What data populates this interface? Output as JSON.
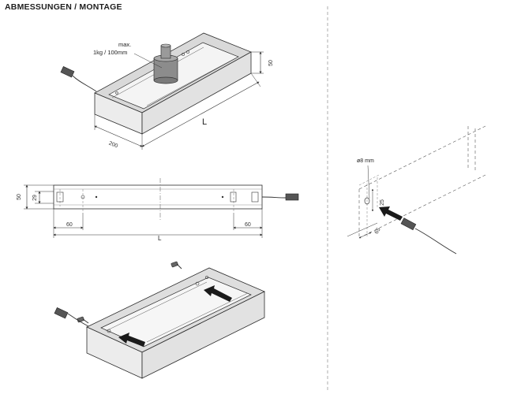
{
  "header": {
    "title": "ABMESSUNGEN / MONTAGE"
  },
  "iso_view": {
    "weight_label_line1": "max.",
    "weight_label_line2": "1kg / 100mm",
    "dim_height": "50",
    "dim_length": "L",
    "dim_width": "200"
  },
  "side_view": {
    "dim_total_height": "50",
    "dim_inner": "29",
    "dim_left_offset": "60",
    "dim_right_offset": "60",
    "dim_length": "L"
  },
  "install_view": {
    "hole_diameter": "ø8 mm",
    "dim_vertical": "25",
    "dim_horizontal": "65"
  },
  "colors": {
    "line": "#2b2b2b",
    "frame_top": "#cfcfcf",
    "frame_side": "#e6e6e6",
    "weight": "#8c8c8c",
    "divider": "#9a9a9a"
  }
}
